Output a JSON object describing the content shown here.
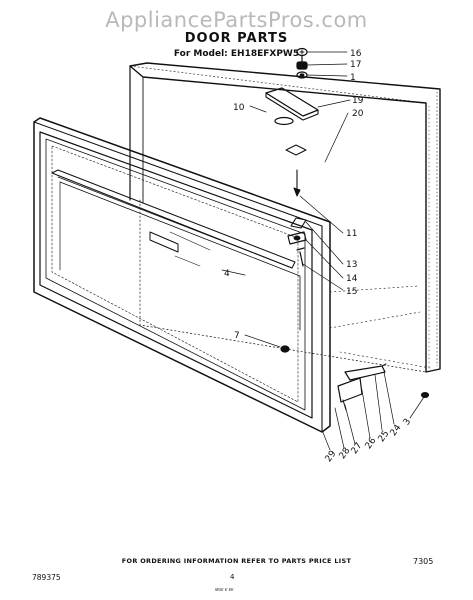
{
  "watermark": "AppliancePartsPros.com",
  "title": "DOOR PARTS",
  "model_line": "For Model: EH18EFXPW5",
  "callouts": [
    "16",
    "17",
    "1",
    "19",
    "20",
    "10",
    "11",
    "13",
    "14",
    "15",
    "4",
    "7",
    "3",
    "24",
    "25",
    "26",
    "27",
    "28",
    "29"
  ],
  "figure_code": "7305",
  "footer": {
    "ordering_note": "FOR ORDERING INFORMATION REFER TO PARTS PRICE LIST",
    "doc_number": "789375",
    "page_number": "4",
    "scan_mark": "ᴍᴜᴇ ᴇ ᴇᴋ"
  }
}
